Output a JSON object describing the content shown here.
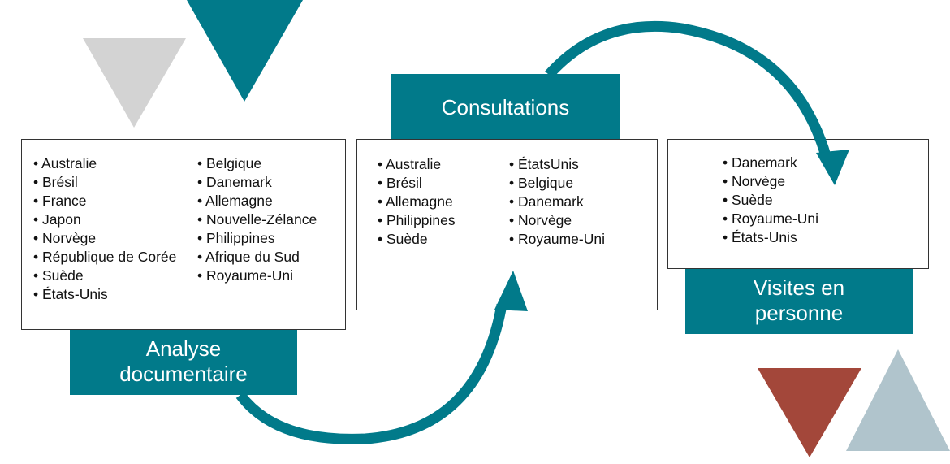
{
  "stages": [
    {
      "title": "Analyse documentaire",
      "columns": [
        [
          "Australie",
          "Brésil",
          "France",
          "Japon",
          "Norvège",
          "République de Corée",
          "Suède",
          "États-Unis"
        ],
        [
          "Belgique",
          "Danemark",
          "Allemagne",
          "Nouvelle-Zélance",
          "Philippines",
          "Afrique du Sud",
          "Royaume-Uni"
        ]
      ]
    },
    {
      "title": "Consultations",
      "columns": [
        [
          "Australie",
          "Brésil",
          "Allemagne",
          "Philippines",
          "Suède"
        ],
        [
          "ÉtatsUnis",
          "Belgique",
          "Danemark",
          "Norvège",
          "Royaume-Uni"
        ]
      ]
    },
    {
      "title_line1": "Visites en",
      "title_line2": "personne",
      "columns": [
        [
          "Danemark",
          "Norvège",
          "Suède",
          "Royaume-Uni",
          "États-Unis"
        ]
      ]
    }
  ],
  "colors": {
    "teal": "#017a8a",
    "gray": "#d3d3d3",
    "red": "#a3473a",
    "lightblue": "#b0c4cc"
  }
}
